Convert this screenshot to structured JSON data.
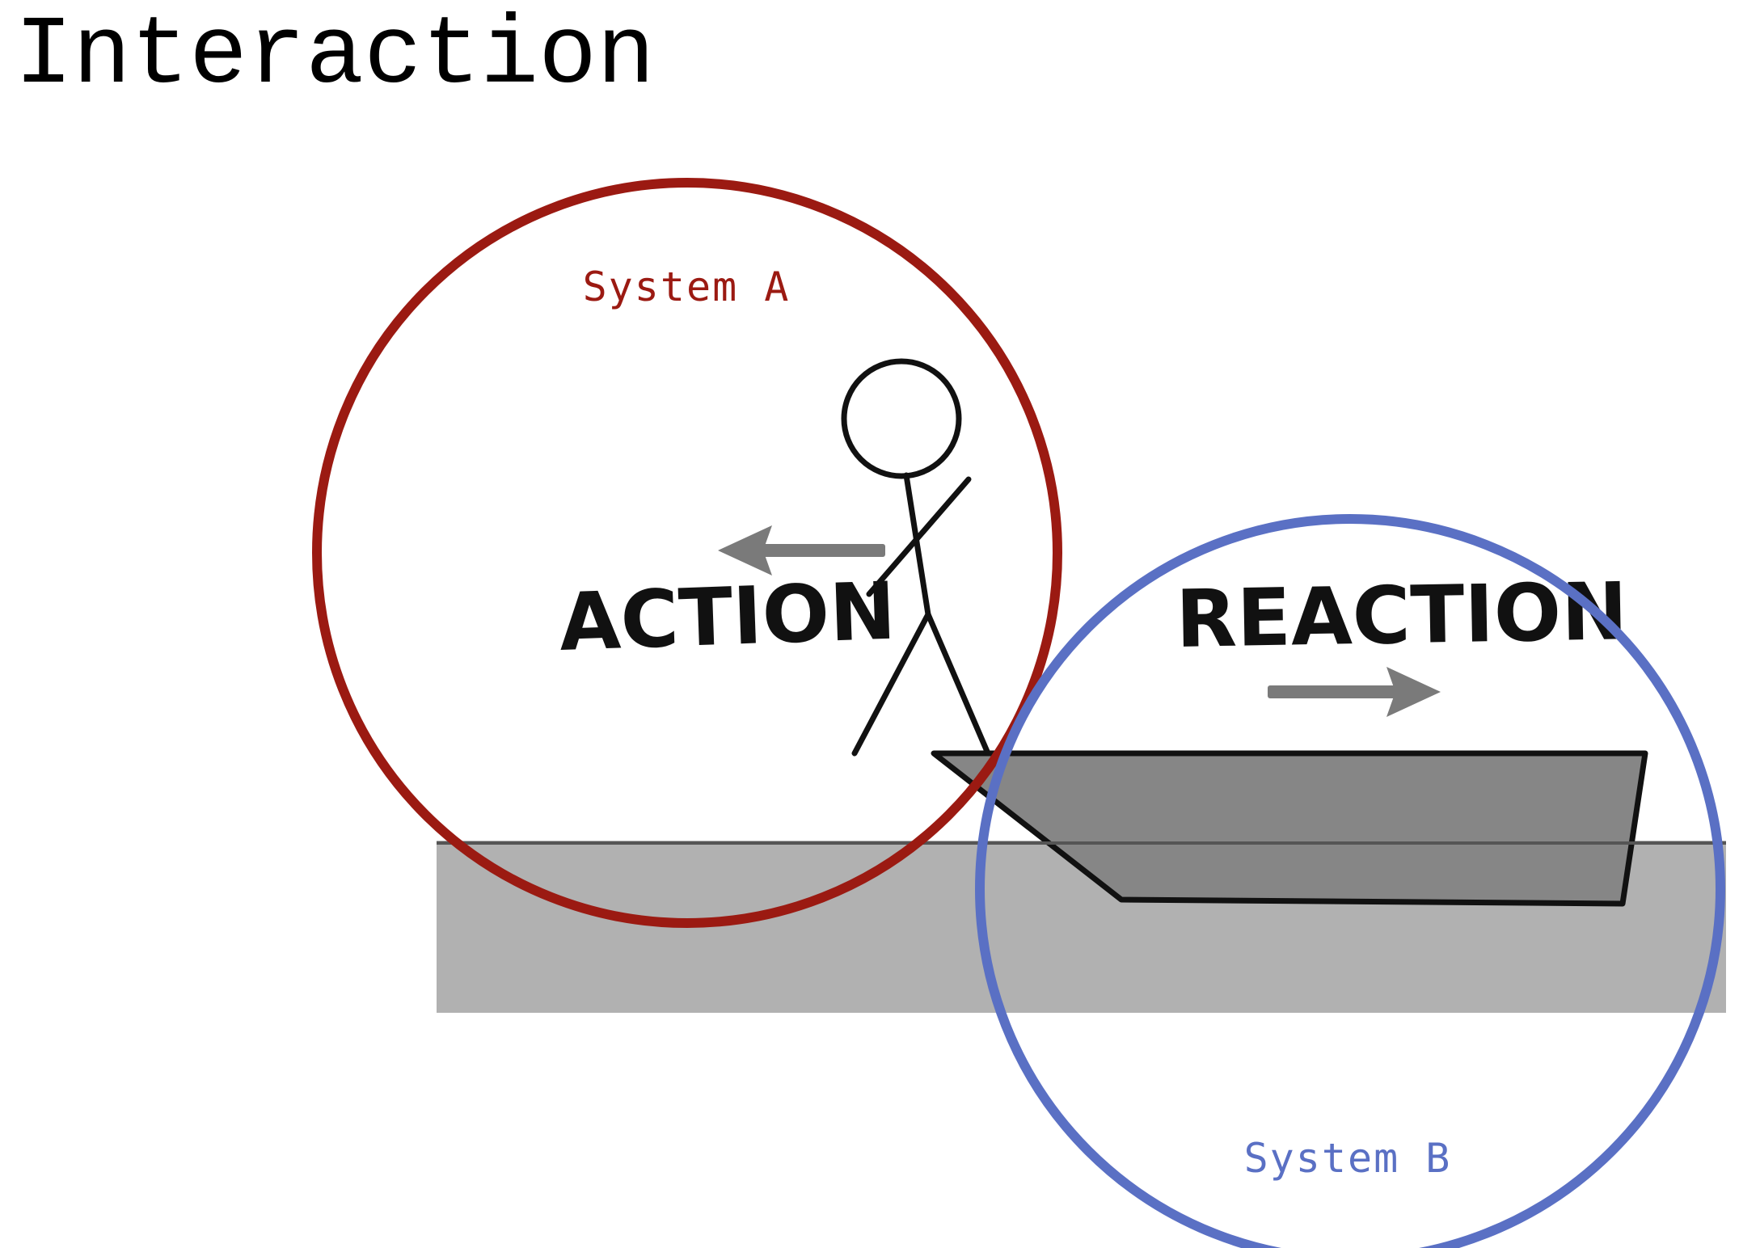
{
  "title": "Interaction",
  "systems": {
    "a": {
      "label": "System A",
      "color": "#9b1a12"
    },
    "b": {
      "label": "System B",
      "color": "#5a70c4"
    }
  },
  "labels": {
    "action": "ACTION",
    "reaction": "REACTION"
  },
  "icons": {
    "person": "stick-figure-icon",
    "boat": "boat-icon",
    "action_arrow": "arrow-left-icon",
    "reaction_arrow": "arrow-right-icon"
  },
  "colors": {
    "water": "#b1b1b1",
    "boat_hull": "#868686",
    "arrow": "#7a7a7a",
    "ink": "#111111"
  }
}
